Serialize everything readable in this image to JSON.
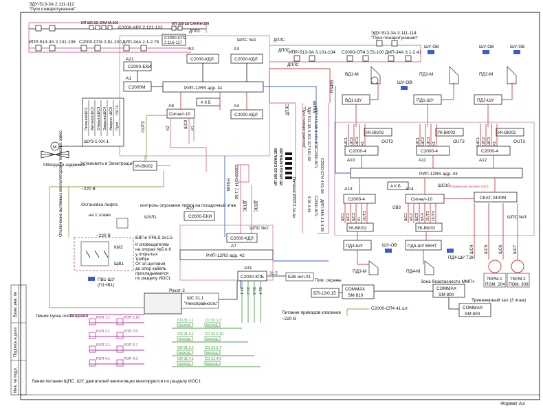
{
  "top": {
    "edu1_title": "ЭДУ-513-3А 2.111-112",
    "edu1_sub": "\"Пуск пожаротушения\"",
    "ip1_title": "ИП 105-1G CAVHA-150",
    "s2000ap2_title": "С2000-АР2 2.121-122",
    "ip2_title": "ИП 105-1G CAVHA-150",
    "dpls_1": "ДПЛС",
    "ipr_left": "ИПР-513-3А 2.101-108",
    "sp4_left": "С2000-СП4 2.81-100",
    "dip_left": "ДИП-34А 2.1-2.75",
    "sp2_label": "С2000-СП2",
    "sp2_addr": "2.116-117",
    "shps1": "ШПС №1",
    "dpls_2": "ДПЛС",
    "edu2_title": "ЭДУ-513-3А 3.111-114",
    "edu2_sub": "\"Пуск пожаротушения\"",
    "ipr_right": "ИПР-513-3А 3.101-104",
    "sp4_right": "С2000-СП4 3.51-100",
    "dip_right": "ДИП-34А 3.1-2.41",
    "dpls_3": "ДПЛС"
  },
  "shps1_blocks": {
    "a21": "А21",
    "bki1": "С2000-БКИ",
    "a1": "А1",
    "c2000m": "С2000М",
    "a2": "А2",
    "kdl1": "С2000-КДЛ",
    "a3": "А3",
    "kdl2": "С2000-КДЛ",
    "rip41": "РИП-12RS адр. 41",
    "akb1": "А К Б",
    "a8": "А8",
    "signal10_1": "Сигнал-10",
    "a4": "А4",
    "kdl3": "С2000-КДЛ",
    "k2": "К2",
    "shs9": "ШС9",
    "k1": "К1",
    "out3": "OUT3",
    "dpls_4": "ДПЛС",
    "rs485_1": "RS485"
  },
  "shu_panel": {
    "cols": [
      "Питание",
      "Автомат.",
      "Открыта",
      "Закрыта",
      "Авария",
      "Пуск"
    ],
    "shs": [
      "ШС1",
      "ШС2",
      "ШС3",
      "ШС4",
      "ШС5",
      "OUT4"
    ],
    "name": "ШУЗ-1-ХХ-1",
    "m": "М",
    "damper": "Обводная задвижка",
    "install": "Установить в Электрощитовой",
    "ukvk_a": "УК-ВК/02"
  },
  "mid": {
    "v220_1": "~220 В",
    "lift_stop": "Остановка лифта",
    "lift_floor": "на 1 этаже",
    "lift_ctrl": "контроль опускания лифта на посадочный этаж",
    "shul1": "ШУЛ1",
    "exhaust": "Отключение вытяжных вентиляторов и тепловых завес",
    "v220_2": "~220 В",
    "km2": "КМ2",
    "shv1": "ЩВ1",
    "cable": "ВВГнг-FRLS 3х1.5",
    "note1": "К оповещателям",
    "note2": "на опорах №5 и 6",
    "note3": "у открытых",
    "note4": "трибун",
    "note5": "От эл.щитовой",
    "note6": "до опор кабель",
    "note7": "прокладывается",
    "note8": "по разделу ИОС1",
    "pv1": "ПВ1-ШУ",
    "pv1_sub": "(П1+В1)",
    "a22": "А22",
    "bki2": "С2000-БКИ",
    "rs485_2": "RS485",
    "sp4_mid": "С2000-СП4 7.1-50",
    "dpls_5": "ДПЛС",
    "dpls_6": "ДПЛС",
    "shps2": "ШПС №2",
    "a7": "А7",
    "kdl4": "С2000-КДЛ",
    "rip42": "РИП-12RS адр. 42",
    "a31": "А31",
    "kpb": "С2000-КПБ",
    "k315": "31.5",
    "bzk": "БЗК исп.01",
    "rokot": "Рокот-2",
    "shs311": "ШС 31.1",
    "shs311_sub": "\"Неисправность\"",
    "leads": [
      "31.1",
      "31.2",
      "31.3",
      "31.4"
    ],
    "warn_line": "Линия пуска оповещения",
    "rop": [
      "РОП 1.1",
      "РОП 1.16",
      "РОП 2.1",
      "РОП 2.8",
      "РОП 3.1",
      "РОП 3.7",
      "РОП 4.1",
      "РОП 4.6"
    ],
    "so": [
      "СО 31.1.1",
      "СО 31.1.3",
      "СО 31.2.1",
      "СО 31.2.10",
      "СО 31.3.1",
      "СО 31.3.7",
      "СО 31.4.1",
      "СО 31.4.5"
    ],
    "so_sub": "ВЫХОД",
    "bottom_note": "Линии питания ЩПС, ШУ, двигателей вентиляции монтируются по разделу ИОС1"
  },
  "center": {
    "dpls_c": "ДПЛС",
    "edu_v": "ЭДУ-513-3А 4.101-117",
    "edu_v2": "\"Пуск пожаротушения\"",
    "ipr_v": "ИПР-513-3А 4.101-106",
    "sp4_v": "С2000-СП4 4.51-96",
    "dip_v": "ДИП-34А 4.1-4.38",
    "ap2_v": "С2000-АР2",
    "ap2_addr": "4.19-4.46",
    "ap1_v": "С2000-АР1",
    "ap1_addr": "4.91-92",
    "ip_v": "ИП 105-1G CAVHA-150",
    "ip_v2": "ИП 105-1G CAVHA-150",
    "pit": "Питание ИП212-34-4р",
    "rs485_c": "RS485",
    "okhr": "Пом. охраны",
    "bp": "БП-12/0,15",
    "commax1": "COMMAX",
    "commax1_m": "SM 810",
    "zone": "Зона безопасности ММГН",
    "commax2": "COMMAX",
    "commax2_m": "SM 800",
    "gym": "Тренажерный зал (3 этаж)",
    "commax3": "COMMAX",
    "commax3_m": "SM 800",
    "sp4_41": "С2000-СП4 41 шт",
    "valves": "Питание приводов клапанов",
    "v220_3": "~220 В"
  },
  "right": {
    "shu_ov": [
      "ШУ-ОВ",
      "ШУ-ОВ",
      "ШУ-ОВ",
      "ШУ-ОВ"
    ],
    "vd1m": "ВД1-М",
    "vd1shu": "ВД1-ШУ",
    "pd1m": "ПД1-М",
    "pd1shu": "ПД1-ШУ",
    "pd2m": "ПД2-М",
    "pd2shu": "ПД2-ШУ",
    "ukvk": [
      "УК-ВК/02",
      "УК-ВК/02",
      "УК-ВК/02"
    ],
    "shs_row": [
      "ШС1",
      "ШС2",
      "ШС3",
      "К1"
    ],
    "out3": "OUT3",
    "c2000_4": "С2000-4",
    "a10": "А10",
    "a11": "А11",
    "a12": "А12",
    "rip43": "РИП-12RS адр. 43",
    "akb2": "А К Б",
    "a13": "А13",
    "a14": "А14",
    "shs10": "ШС10",
    "interlock": "*Перемычка резерв* (НО)",
    "c2000_4b": "С2000-4",
    "gb3": "GB3",
    "signal10_2": "Сигнал-10",
    "skat": "СКАТ-2400М",
    "shps3": "ШПС №3",
    "uk_b1": "УК-ВК/02",
    "uk_b2": "УК-ВК/02",
    "pd3shu": "ПД3-ШУ",
    "shu_ov5": "ШУ-ОВ",
    "pd4shu": "ПД4-ШУ ВЕНТ",
    "pd4ten": "ПД4-ШУ ТЭН",
    "pd3m": "ПД3-М",
    "pd4m": "ПД4-М",
    "shs_lab": [
      "ШС4",
      "ШС5",
      "ШС6",
      "ШС7"
    ],
    "term1": "ТЕРМ.1",
    "term1_room": "ПОМ. 204",
    "term2": "ТЕРМ.2",
    "term2_room": "ПОМ. 309",
    "rs485_r": "RS485"
  },
  "stamp": {
    "vz": "Взам. инв. №",
    "pod": "Подпись и дата",
    "inv": "Инв. № подл.",
    "format": "Формат А3"
  }
}
